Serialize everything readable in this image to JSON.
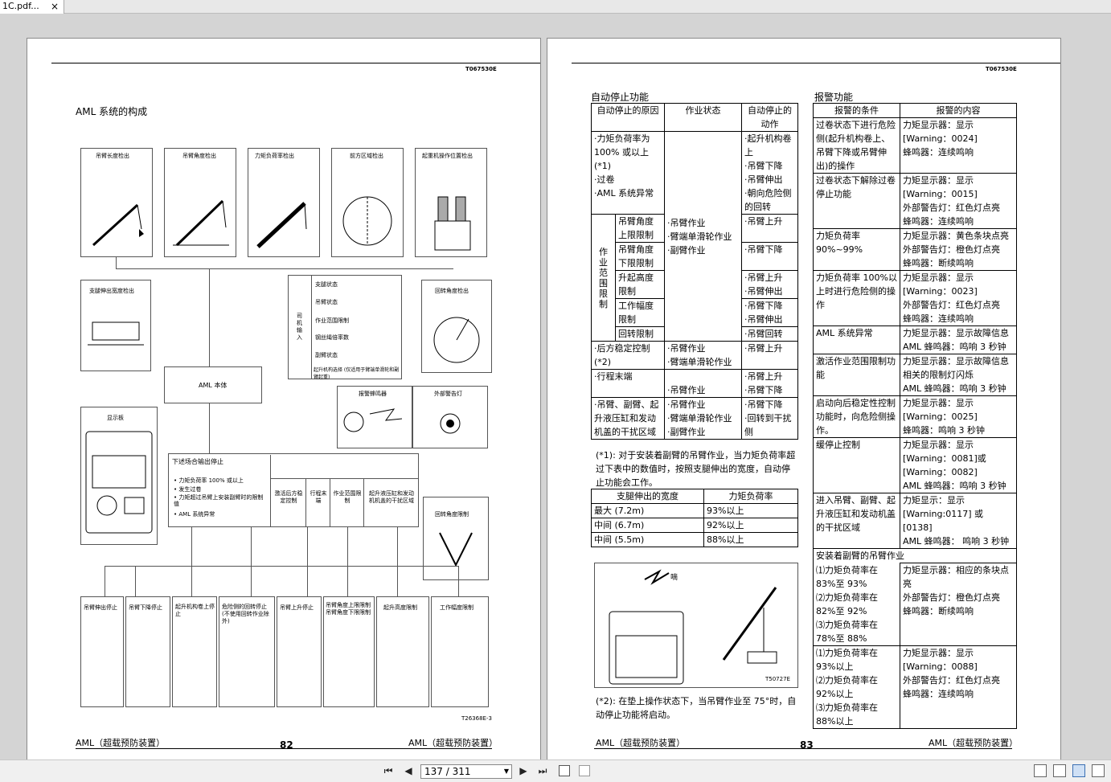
{
  "tab": {
    "title": "1C.pdf...",
    "close": "×"
  },
  "nav": {
    "first": "⏮",
    "prev": "◀",
    "page_value": "137 / 311",
    "next": "▶",
    "last": "⏭"
  },
  "p1": {
    "code": "T067530E",
    "title": "AML 系统的构成",
    "sensors": [
      "吊臂长度检出",
      "吊臂角度检出",
      "力矩负荷率检出",
      "前方区域检出",
      "起重机操作位置检出"
    ],
    "outrigger": "支腿伸出宽度检出",
    "swing": "回转角度检出",
    "inputs_label": "司机输入",
    "inputs": [
      "支腿状态",
      "吊臂状态",
      "作业范围限制",
      "钢丝绳倍率数",
      "副臂状态",
      "起升机构选择 (仅适用于臂端单滑轮和副臂起重)"
    ],
    "body": "AML 本体",
    "buzzer": "报警蜂鸣器",
    "lamp": "外部警告灯",
    "display": "显示板",
    "cases_title": "下述场合输出停止",
    "cases": [
      "力矩负荷率 100% 或以上",
      "发生过卷",
      "力矩超过吊臂上安装副臂时的限制值",
      "AML 系统异常"
    ],
    "cases2": [
      "激活后方稳定控制",
      "行程末端",
      "作业范围限制",
      "起升液压缸和发动机机盖的干扰区域"
    ],
    "swing_limit": "回转角度限制",
    "outputs": [
      "吊臂伸出停止",
      "吊臂下降停止",
      "起升机构卷上停止",
      "危险侧的回转停止 (不使用回转作业除外)",
      "吊臂上升停止",
      "吊臂角度上限限制 吊臂角度下限限制",
      "起升高度限制",
      "工作幅度限制"
    ],
    "fig": "T26368E-3",
    "foot_left": "AML（超载预防装置）",
    "page": "82",
    "foot_right": "AML（超载预防装置）"
  },
  "p2": {
    "code": "T067530E",
    "auto_title": "自动停止功能",
    "auto_head": [
      "自动停止的原因",
      "作业状态",
      "自动停止的动作"
    ],
    "auto_rows": {
      "r1c1": [
        "·力矩负荷率为100% 或以上(*1)",
        "·过卷",
        "·AML 系统异常"
      ],
      "r1c3": [
        "·起升机构卷上",
        "·吊臂下降",
        "·吊臂伸出",
        "·朝向危险侧的回转"
      ],
      "range": "作业范围限制",
      "sub": [
        "吊臂角度上限限制",
        "吊臂角度下限限制",
        "升起高度限制",
        "工作幅度限制",
        "回转限制"
      ],
      "sub_act": [
        "·吊臂上升",
        "·吊臂下降",
        "·吊臂上升\n·吊臂伸出",
        "·吊臂下降\n·吊臂伸出",
        "·吊臂回转"
      ],
      "work": [
        "·吊臂作业",
        "·臂端单滑轮作业",
        "·副臂作业"
      ],
      "rear": "·后方稳定控制(*2)",
      "rear_work": [
        "·吊臂作业",
        "·臂端单滑轮作业"
      ],
      "rear_act": "·吊臂上升",
      "end": "·行程末端",
      "end_work": "·吊臂作业",
      "end_act": [
        "·吊臂上升",
        "·吊臂下降"
      ],
      "intf": "·吊臂、副臂、起升液压缸和发动机盖的干扰区域",
      "intf_work": [
        "·吊臂作业",
        "·臂端单滑轮作业",
        "·副臂作业"
      ],
      "intf_act": [
        "·吊臂下降",
        "·回转到干扰侧"
      ]
    },
    "note1": "(*1): 对于安装着副臂的吊臂作业，当力矩负荷率超过下表中的数值时，按照支腿伸出的宽度，自动停止功能会工作。",
    "ow_head": [
      "支腿伸出的宽度",
      "力矩负荷率"
    ],
    "ow_rows": [
      [
        "最大 (7.2m)",
        "93%以上"
      ],
      [
        "中间 (6.7m)",
        "92%以上"
      ],
      [
        "中间 (5.5m)",
        "88%以上"
      ]
    ],
    "fig2": "T50727E",
    "beep": "嘀",
    "note2": "(*2): 在垫上操作状态下，当吊臂作业至 75°时，自动停止功能将启动。",
    "alarm_title": "报警功能",
    "alarm_head": [
      "报警的条件",
      "报警的内容"
    ],
    "alarm_rows": [
      [
        "过卷状态下进行危险侧(起升机构卷上、吊臂下降或吊臂伸出)的操作",
        "力矩显示器：显示\n[Warning：0024]\n蜂鸣器：连续鸣响"
      ],
      [
        "过卷状态下解除过卷停止功能",
        "力矩显示器：显示\n[Warning：0015]\n外部警告灯：红色灯点亮\n蜂鸣器：连续鸣响"
      ],
      [
        "力矩负荷率 90%~99%",
        "力矩显示器：黄色条块点亮\n外部警告灯：橙色灯点亮\n蜂鸣器：断续鸣响"
      ],
      [
        "力矩负荷率 100%以上时进行危险侧的操作",
        "力矩显示器：显示\n[Warning：0023]\n外部警告灯：红色灯点亮\n蜂鸣器：连续鸣响"
      ],
      [
        "AML 系统异常",
        "力矩显示器：显示故障信息\nAML 蜂鸣器：鸣响 3 秒钟"
      ],
      [
        "激活作业范围限制功能",
        "力矩显示器：显示故障信息\n相关的限制灯闪烁\nAML 蜂鸣器：鸣响 3 秒钟"
      ],
      [
        "启动向后稳定性控制功能时，向危险侧操作。",
        "力矩显示器：显示\n[Warning：0025]\n蜂鸣器：鸣响 3 秒钟"
      ],
      [
        "缓停止控制",
        "力矩显示器：显示\n[Warning：0081]或\n[Warning：0082]\nAML 蜂鸣器：鸣响 3 秒钟"
      ],
      [
        "进入吊臂、副臂、起升液压缸和发动机盖的干扰区域",
        "力矩显示：显示\n[Warning:0117] 或 [0138]\nAML 蜂鸣器： 鸣响 3 秒钟"
      ]
    ],
    "jib_title": "安装着副臂的吊臂作业",
    "jib_rows": [
      [
        "⑴力矩负荷率在 83%至 93%\n⑵力矩负荷率在 82%至 92%\n⑶力矩负荷率在 78%至 88%",
        "力矩显示器：相应的条块点亮\n外部警告灯：橙色灯点亮\n蜂鸣器：断续鸣响"
      ],
      [
        "⑴力矩负荷率在 93%以上\n⑵力矩负荷率在 92%以上\n⑶力矩负荷率在 88%以上",
        "力矩显示器：显示\n[Warning：0088]\n外部警告灯：红色灯点亮\n蜂鸣器：连续鸣响"
      ]
    ],
    "foot_left": "AML（超载预防装置）",
    "page": "83",
    "foot_right": "AML（超载预防装置）"
  }
}
